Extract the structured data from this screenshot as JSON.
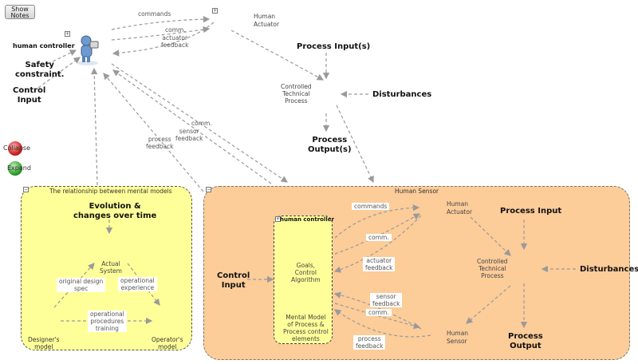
{
  "toolbar": {
    "show_notes_line1": "Show",
    "show_notes_line2": "Notes"
  },
  "side_buttons": {
    "collapse": "Collapse",
    "expand": "Expand"
  },
  "top": {
    "human_controller": "human controller",
    "safety_constraint_1": "Safety",
    "safety_constraint_2": "constraint.",
    "control_input_1": "Control",
    "control_input_2": "Input",
    "commands": "commands",
    "comm": "comm.",
    "actuator_feedback_1": "actuator",
    "actuator_feedback_2": "feedback",
    "human_actuator_1": "Human",
    "human_actuator_2": "Actuator",
    "process_inputs": "Process Input(s)",
    "controlled_process_1": "Controlled",
    "controlled_process_2": "Technical",
    "controlled_process_3": "Process",
    "disturbances": "Disturbances",
    "process_outputs_1": "Process",
    "process_outputs_2": "Output(s)",
    "comm_sensor": "comm.",
    "sensor_feedback_1": "sensor",
    "sensor_feedback_2": "feedback",
    "process_feedback_1": "process",
    "process_feedback_2": "feedback"
  },
  "yellow_box": {
    "title": "The relationship between mental models",
    "heading_1": "Evolution &",
    "heading_2": "changes over time",
    "actual_system_1": "Actual",
    "actual_system_2": "System",
    "original_design_1": "original design",
    "original_design_2": "spec",
    "operational_experience_1": "operational",
    "operational_experience_2": "experience",
    "operational_procedures_1": "operational",
    "operational_procedures_2": "procedures",
    "operational_procedures_3": "training",
    "designers_model_1": "Designer's",
    "designers_model_2": "model",
    "operators_model_1": "Operator's",
    "operators_model_2": "model"
  },
  "orange_box": {
    "title": "Human Sensor",
    "human_controller": "human controller",
    "goals_1": "Goals,",
    "goals_2": "Control",
    "goals_3": "Algorithm",
    "mental_model_1": "Mental Model",
    "mental_model_2": "of Process &",
    "mental_model_3": "Process control",
    "mental_model_4": "elements",
    "commands": "commands",
    "comm_top": "comm.",
    "actuator_feedback_1": "actuator",
    "actuator_feedback_2": "feedback",
    "sensor_feedback_1": "sensor",
    "sensor_feedback_2": "feedback",
    "comm_bottom": "comm.",
    "process_feedback_1": "process",
    "process_feedback_2": "feedback",
    "human_actuator_1": "Human",
    "human_actuator_2": "Actuator",
    "human_sensor_1": "Human",
    "human_sensor_2": "Sensor",
    "control_input_1": "Control",
    "control_input_2": "Input",
    "process_input": "Process Input",
    "controlled_process_1": "Controlled",
    "controlled_process_2": "Technical",
    "controlled_process_3": "Process",
    "disturbances": "Disturbances",
    "process_output_1": "Process",
    "process_output_2": "Output"
  },
  "colors": {
    "yellow": "#ffff99",
    "orange": "#fccc99",
    "arrow": "#9a9a9a"
  }
}
